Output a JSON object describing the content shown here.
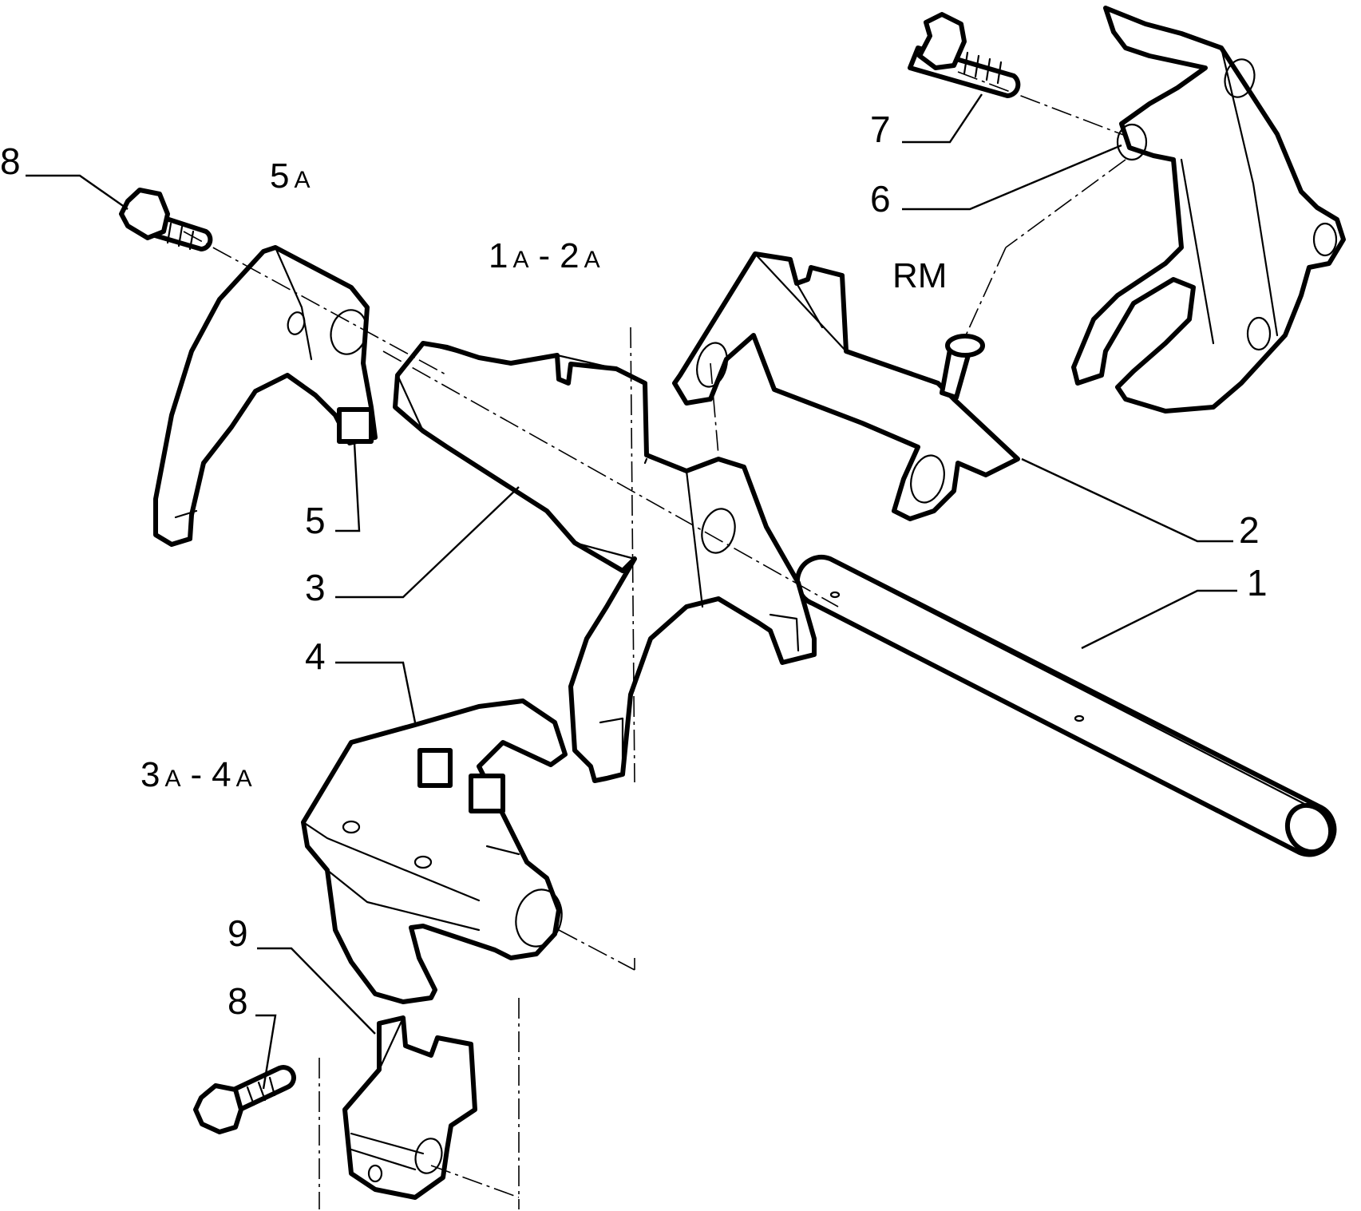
{
  "callouts": [
    "1",
    "2",
    "3",
    "4",
    "5",
    "6",
    "7",
    "8",
    "9"
  ],
  "gear_labels": {
    "fifth": {
      "num": "5",
      "sub": "A"
    },
    "first_second": {
      "num1": "1",
      "sub1": "A",
      "dash": "-",
      "num2": "2",
      "sub2": "A"
    },
    "third_fourth": {
      "num1": "3",
      "sub1": "A",
      "dash": "-",
      "num2": "4",
      "sub2": "A"
    },
    "reverse": "RM"
  }
}
